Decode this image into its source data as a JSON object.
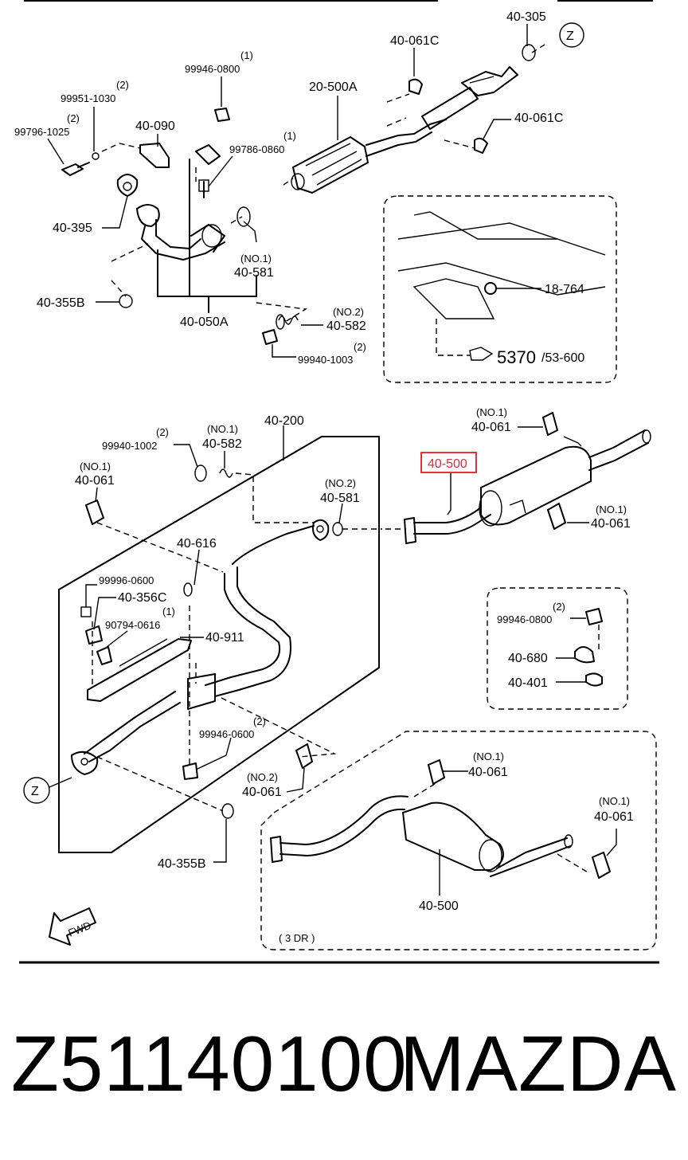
{
  "diagram": {
    "top_section": {
      "l_40_305": "40-305",
      "l_z_top": "Z",
      "l_40_061c_a": "40-061C",
      "l_20_500a": "20-500A",
      "l_40_061c_b": "40-061C",
      "l_99946_0800_q": "(1)",
      "l_99946_0800": "99946-0800",
      "l_99951_1030_q": "(2)",
      "l_99951_1030": "99951-1030",
      "l_40_090": "40-090",
      "l_99796_1025_q": "(2)",
      "l_99796_1025": "99796-1025",
      "l_99786_0860_q": "(1)",
      "l_99786_0860": "99786-0860",
      "l_40_395": "40-395",
      "l_40_581_q": "(NO.1)",
      "l_40_581": "40-581",
      "l_40_355b_a": "40-355B",
      "l_40_050a": "40-050A",
      "l_40_582_q": "(NO.2)",
      "l_40_582": "40-582",
      "l_99940_1003_q": "(2)",
      "l_99940_1003": "99940-1003",
      "l_18_764": "18-764",
      "l_5370": "5370",
      "l_53_600": "/53-600"
    },
    "middle_section": {
      "l_40_200": "40-200",
      "l_99940_1002_q": "(2)",
      "l_99940_1002": "99940-1002",
      "l_40_582_b_q": "(NO.1)",
      "l_40_582_b": "40-582",
      "l_40_061_a_q": "(NO.1)",
      "l_40_061_a": "40-061",
      "l_40_581_b_q": "(NO.2)",
      "l_40_581_b": "40-581",
      "l_40_061_b_q": "(NO.1)",
      "l_40_061_b": "40-061",
      "l_40_500_highlight": "40-500",
      "l_40_061_c_q": "(NO.1)",
      "l_40_061_c": "40-061",
      "l_40_616": "40-616",
      "l_99996_0600": "99996-0600",
      "l_40_356c": "40-356C",
      "l_90794_0616_q": "(1)",
      "l_90794_0616": "90794-0616",
      "l_40_911": "40-911",
      "l_99946_0800_b_q": "(2)",
      "l_99946_0800_b": "99946-0800",
      "l_40_680": "40-680",
      "l_40_401": "40-401",
      "l_99946_0600_q": "(2)",
      "l_99946_0600": "99946-0600",
      "l_40_061_d_q": "(NO.2)",
      "l_40_061_d": "40-061",
      "l_z_bottom": "Z",
      "l_40_355b_b": "40-355B",
      "l_fwd": "FWD"
    },
    "bottom_section": {
      "l_40_061_e_q": "(NO.1)",
      "l_40_061_e": "40-061",
      "l_40_061_f_q": "(NO.1)",
      "l_40_061_f": "40-061",
      "l_40_500_b": "40-500",
      "l_3dr": "( 3 DR )"
    },
    "highlight_color": "#e8303a"
  },
  "footer": {
    "part_number": "Z51140100",
    "brand": "MAZDA"
  }
}
